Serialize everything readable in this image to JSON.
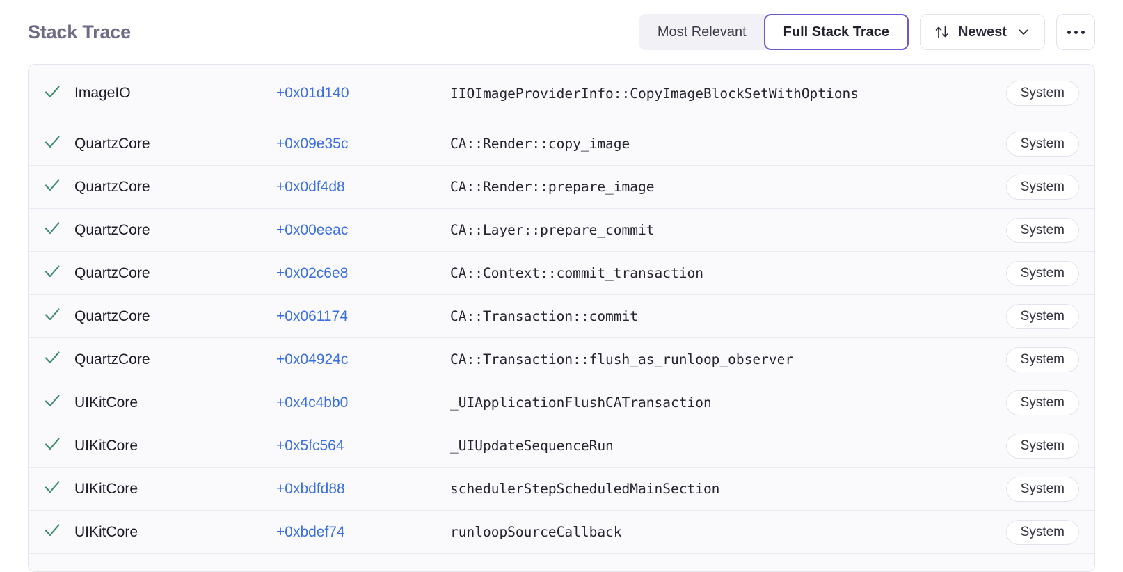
{
  "header": {
    "title": "Stack Trace",
    "segmented": {
      "options": [
        {
          "label": "Most Relevant",
          "selected": false
        },
        {
          "label": "Full Stack Trace",
          "selected": true
        }
      ]
    },
    "sort": {
      "label": "Newest",
      "sort_icon": "sort-arrows-icon",
      "chevron_icon": "chevron-down-icon"
    },
    "more": {
      "icon": "ellipsis-icon"
    }
  },
  "colors": {
    "accent": "#6a5acd",
    "title": "#6f6a86",
    "address_link": "#3b6fe0",
    "check_green": "#3d8a6b",
    "row_background": "#fafafc",
    "row_divider": "#eae8f0",
    "badge_border": "#e4e2ec"
  },
  "frames": [
    {
      "status_icon": "check-icon",
      "package": "ImageIO",
      "address": "+0x01d140",
      "function": "IIOImageProviderInfo::CopyImageBlockSetWithOptions",
      "badge": "System",
      "tall": true
    },
    {
      "status_icon": "check-icon",
      "package": "QuartzCore",
      "address": "+0x09e35c",
      "function": "CA::Render::copy_image",
      "badge": "System",
      "tall": false
    },
    {
      "status_icon": "check-icon",
      "package": "QuartzCore",
      "address": "+0x0df4d8",
      "function": "CA::Render::prepare_image",
      "badge": "System",
      "tall": false
    },
    {
      "status_icon": "check-icon",
      "package": "QuartzCore",
      "address": "+0x00eeac",
      "function": "CA::Layer::prepare_commit",
      "badge": "System",
      "tall": false
    },
    {
      "status_icon": "check-icon",
      "package": "QuartzCore",
      "address": "+0x02c6e8",
      "function": "CA::Context::commit_transaction",
      "badge": "System",
      "tall": false
    },
    {
      "status_icon": "check-icon",
      "package": "QuartzCore",
      "address": "+0x061174",
      "function": "CA::Transaction::commit",
      "badge": "System",
      "tall": false
    },
    {
      "status_icon": "check-icon",
      "package": "QuartzCore",
      "address": "+0x04924c",
      "function": "CA::Transaction::flush_as_runloop_observer",
      "badge": "System",
      "tall": false
    },
    {
      "status_icon": "check-icon",
      "package": "UIKitCore",
      "address": "+0x4c4bb0",
      "function": "_UIApplicationFlushCATransaction",
      "badge": "System",
      "tall": false
    },
    {
      "status_icon": "check-icon",
      "package": "UIKitCore",
      "address": "+0x5fc564",
      "function": "_UIUpdateSequenceRun",
      "badge": "System",
      "tall": false
    },
    {
      "status_icon": "check-icon",
      "package": "UIKitCore",
      "address": "+0xbdfd88",
      "function": "schedulerStepScheduledMainSection",
      "badge": "System",
      "tall": false
    },
    {
      "status_icon": "check-icon",
      "package": "UIKitCore",
      "address": "+0xbdef74",
      "function": "runloopSourceCallback",
      "badge": "System",
      "tall": false
    }
  ]
}
